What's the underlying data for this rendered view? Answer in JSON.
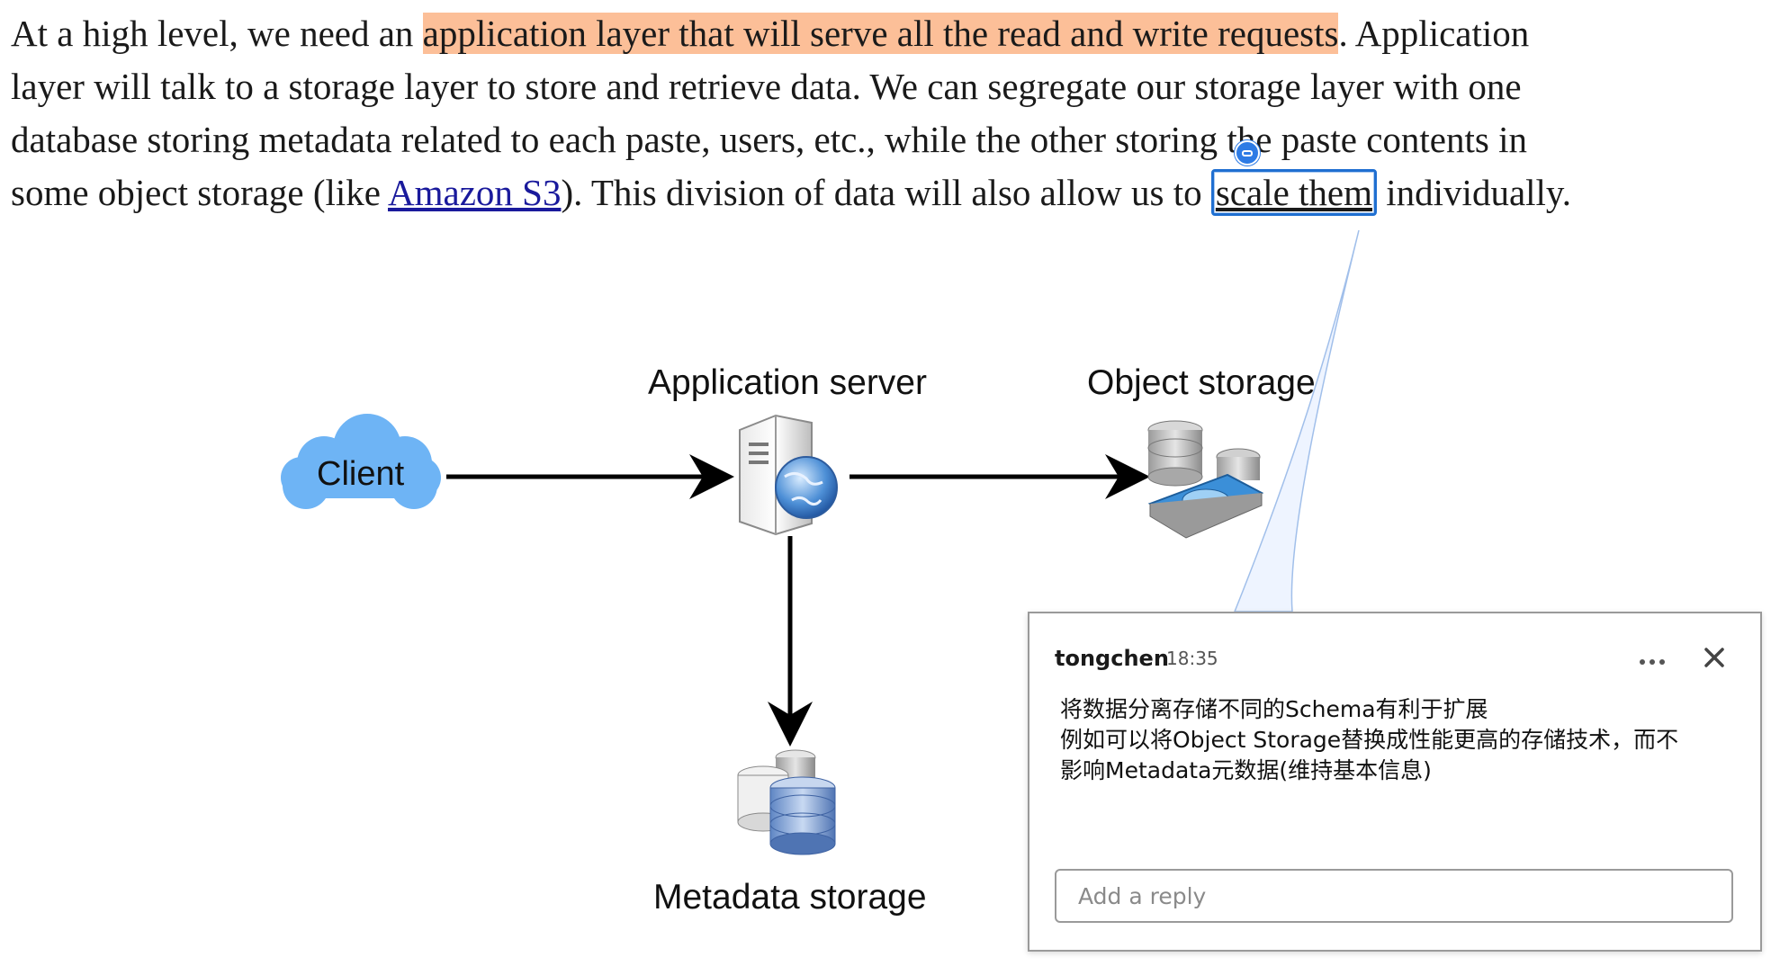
{
  "document": {
    "p_before_highlight": "At a high level, we need an ",
    "p_highlight": "application layer that will serve all the read and write requests",
    "p_mid1": ". Application layer will talk to a storage layer to store and retrieve data. We can segregate our storage layer with one database storing metadata related to each paste, users, etc., while the other storing the paste contents in some object storage (like ",
    "p_link": "Amazon S3",
    "p_mid2": "). This division of data will also allow us to ",
    "p_anchor": "scale them",
    "p_after": " individually."
  },
  "diagram": {
    "client_label": "Client",
    "app_server_label": "Application server",
    "object_storage_label": "Object storage",
    "metadata_storage_label": "Metadata storage",
    "icons": [
      "cloud-icon",
      "server-globe-icon",
      "object-storage-icon",
      "database-icon"
    ]
  },
  "comment": {
    "author": "tongchen",
    "time": "18:35",
    "lines": [
      "将数据分离存储不同的Schema有利于扩展",
      "例如可以将Object Storage替换成性能更高的存储技术，而不",
      "影响Metadata元数据(维持基本信息)"
    ],
    "reply_placeholder": "Add a reply",
    "more_icon": "more-horizontal-icon",
    "close_icon": "close-icon"
  },
  "colors": {
    "highlight": "#fcbf98",
    "link": "#1a1a9c",
    "anchor_border": "#1f6fd1",
    "marker": "#2d7be5",
    "cloud": "#6eb4f5"
  }
}
